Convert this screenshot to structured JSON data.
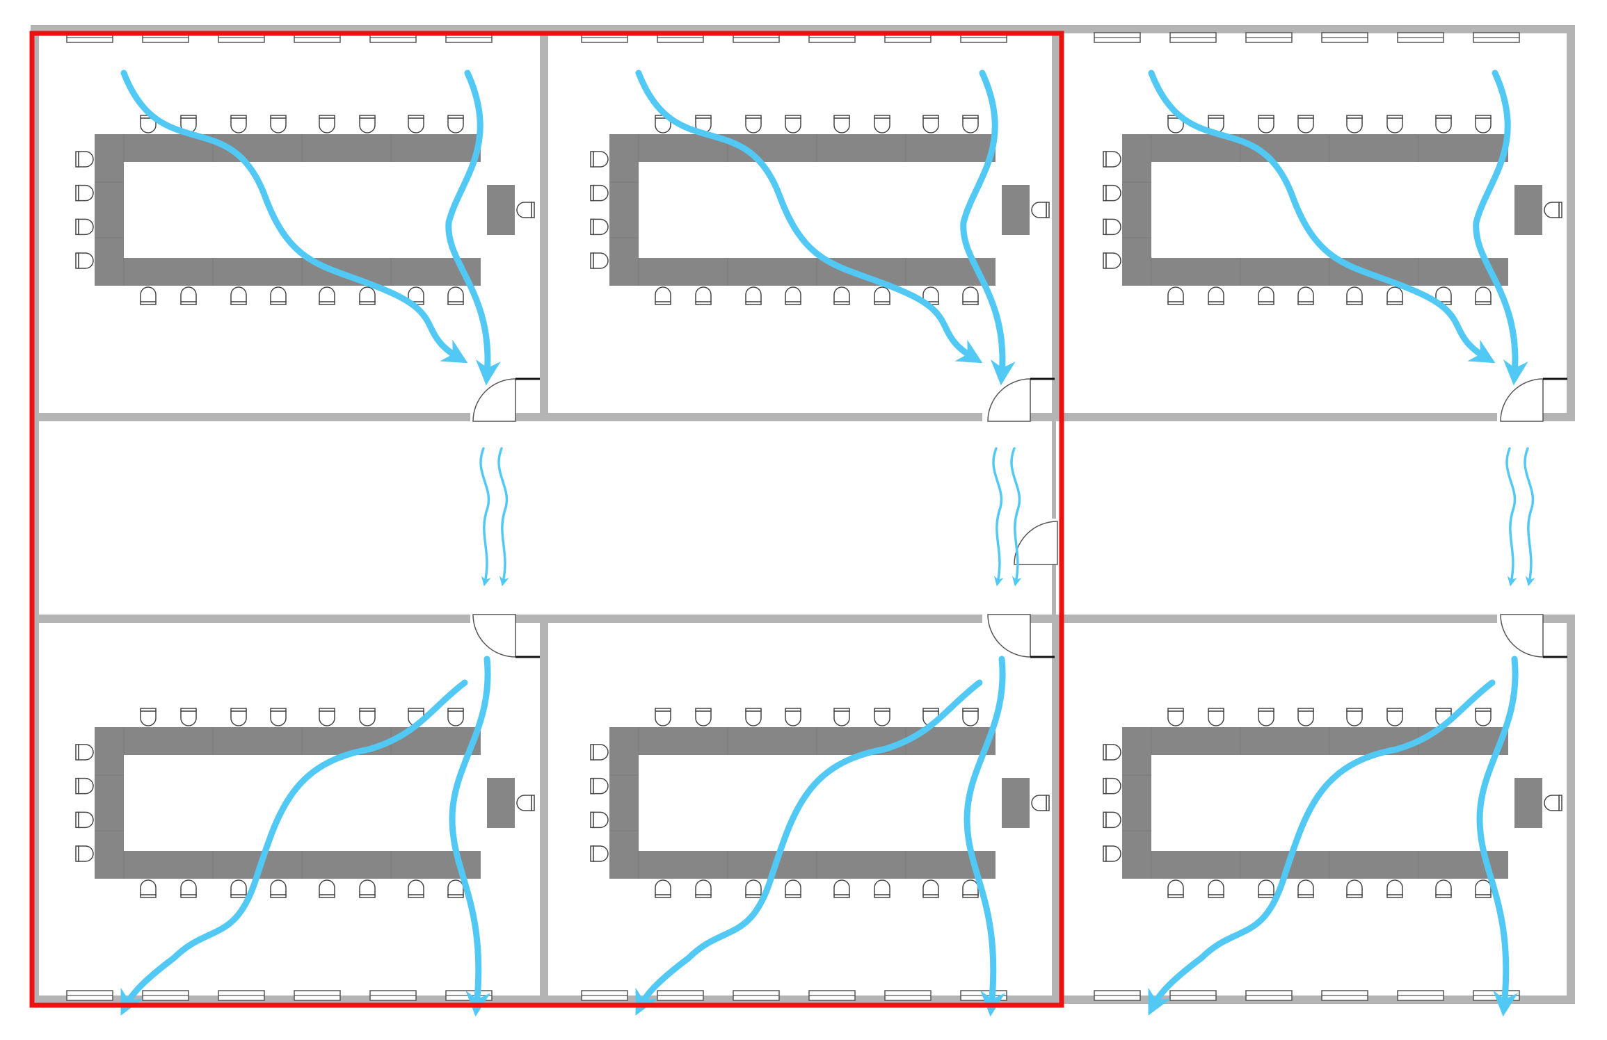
{
  "diagram": {
    "kind": "classroom floor plan with ventilation airflow",
    "rooms": [
      {
        "id": "top-1",
        "row": "top",
        "highlighted": true
      },
      {
        "id": "top-2",
        "row": "top",
        "highlighted": true
      },
      {
        "id": "top-3",
        "row": "top",
        "highlighted": false
      },
      {
        "id": "bottom-1",
        "row": "bottom",
        "highlighted": true
      },
      {
        "id": "bottom-2",
        "row": "bottom",
        "highlighted": true
      },
      {
        "id": "bottom-3",
        "row": "bottom",
        "highlighted": false
      }
    ],
    "seats_per_long_side": 8,
    "seats_on_short_side": 4,
    "windows_per_room": 6,
    "corridor_airflow_streams": 2,
    "room_airflow_streams": 2
  },
  "colors": {
    "wall": "#b4b4b4",
    "table": "#868686",
    "airflow": "#52c8f4",
    "highlight": "#ee1111",
    "door": "#555555"
  }
}
